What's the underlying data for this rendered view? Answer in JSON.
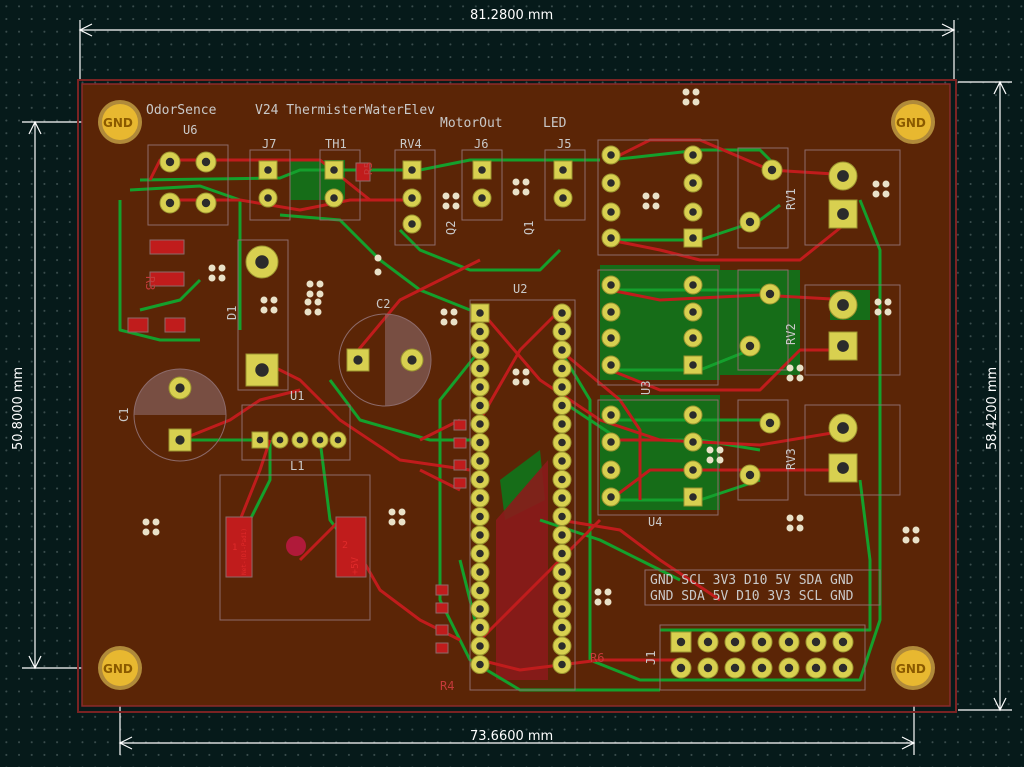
{
  "dimensions": {
    "top_width": "81.2800 mm",
    "bottom_width": "73.6600 mm",
    "left_height": "50.8000 mm",
    "right_height": "58.4200 mm"
  },
  "board_labels": {
    "odor": "OdorSence",
    "title": "V24 ThermisterWaterElev",
    "motor": "MotorOut",
    "led": "LED"
  },
  "refs": {
    "u6": "U6",
    "j7": "J7",
    "th1": "TH1",
    "rv4": "RV4",
    "j6": "J6",
    "j5": "J5",
    "u2": "U2",
    "u1": "U1",
    "c1": "C1",
    "c2": "C2",
    "l1": "L1",
    "d1": "D1",
    "r3": "R3",
    "r5": "R5",
    "r4": "R4",
    "r6": "R6",
    "j1": "J1",
    "u4": "U4",
    "q1": "Q1",
    "q2": "Q2",
    "rv1": "RV1",
    "rv2": "RV2",
    "rv3": "RV3",
    "u3": "U3"
  },
  "gnd_label": "GND",
  "pad_labels": {
    "l1_p1": "1",
    "l1_p1_net": "Net-(D1-Pad1)",
    "l1_p2": "2",
    "l1_p2_net": "+5V"
  },
  "connector_row_top": "GND SCL 3V3 D10 5V SDA GND",
  "connector_row_bottom": "GND SDA 5V D10 3V3 SCL GND"
}
